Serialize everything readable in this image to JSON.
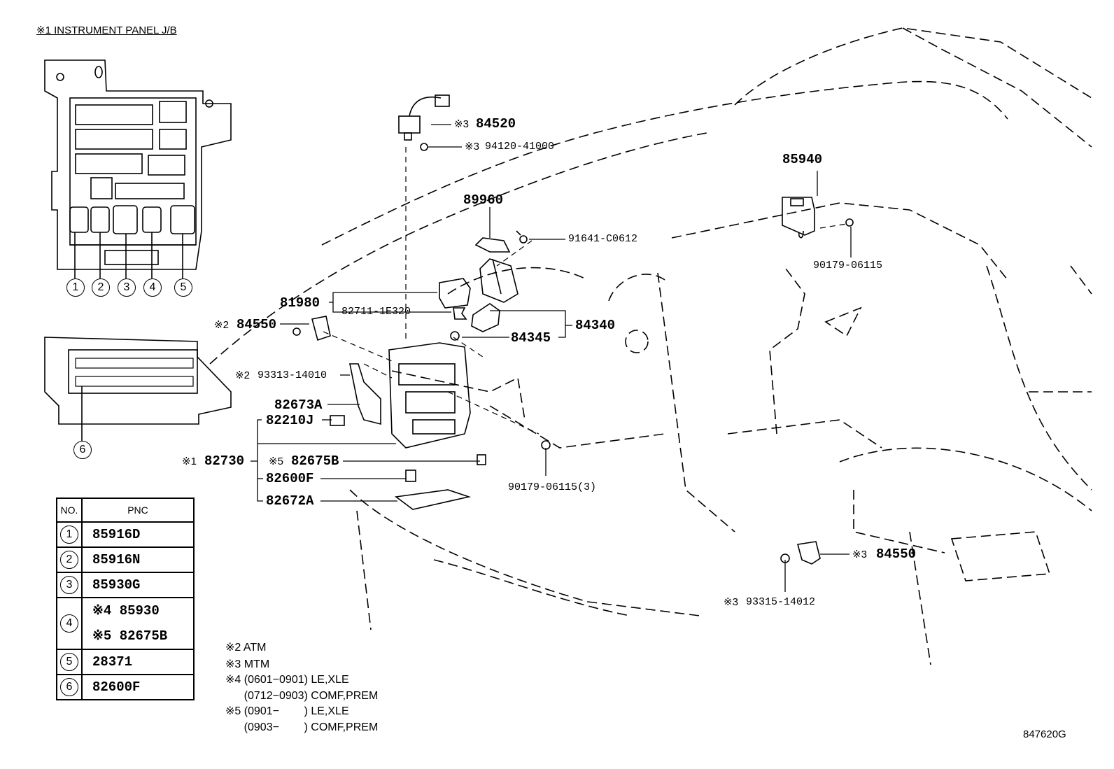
{
  "title": "※1 INSTRUMENT PANEL J/B",
  "callout_numbers": [
    "1",
    "2",
    "3",
    "4",
    "5",
    "6"
  ],
  "labels": {
    "p84520": "84520",
    "p94120": "94120-41000",
    "p85940": "85940",
    "p89960": "89960",
    "p91641": "91641-C0612",
    "p90179a": "90179-06115",
    "p81980": "81980",
    "p82711": "82711-1E320",
    "p84550a": "84550",
    "p84340": "84340",
    "p84345": "84345",
    "p93313": "93313-14010",
    "p82673A": "82673A",
    "p82210J": "82210J",
    "p82730": "82730",
    "p82675B": "82675B",
    "p90179b": "90179-06115(3)",
    "p82600F": "82600F",
    "p82672A": "82672A",
    "p84550b": "84550",
    "p93315": "93315-14012",
    "mark1": "※1",
    "mark2": "※2",
    "mark3": "※3",
    "mark5": "※5"
  },
  "table": {
    "header_no": "NO.",
    "header_pnc": "PNC",
    "rows": [
      {
        "no": "1",
        "pnc": [
          "85916D"
        ]
      },
      {
        "no": "2",
        "pnc": [
          "85916N"
        ]
      },
      {
        "no": "3",
        "pnc": [
          "85930G"
        ]
      },
      {
        "no": "4",
        "pnc": [
          "※4 85930",
          "※5 82675B"
        ]
      },
      {
        "no": "5",
        "pnc": [
          "28371"
        ]
      },
      {
        "no": "6",
        "pnc": [
          "82600F"
        ]
      }
    ]
  },
  "notes": [
    "※2 ATM",
    "※3 MTM",
    "※4 (0601−0901) LE,XLE",
    "      (0712−0903) COMF,PREM",
    "※5 (0901−        ) LE,XLE",
    "      (0903−        ) COMF,PREM"
  ],
  "figure_id": "847620G"
}
